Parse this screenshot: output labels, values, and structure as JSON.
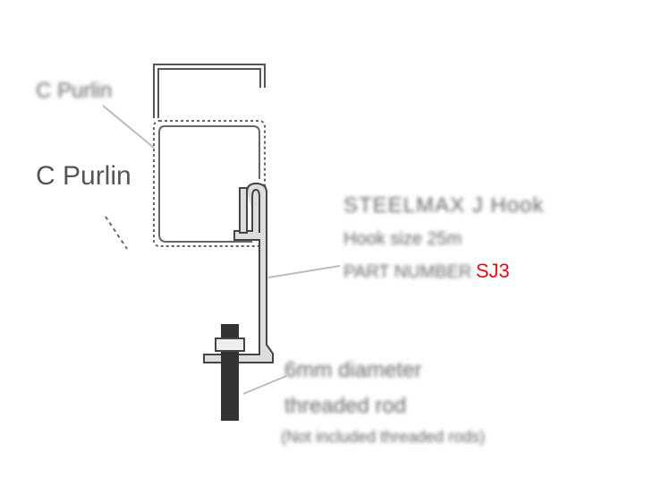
{
  "labels": {
    "c_purlin_top": "C Purlin",
    "c_purlin_main": "C Purlin",
    "hook_title": "STEELMAX J Hook",
    "hook_size": "Hook size 25m",
    "part_number_label": "PART NUMBER",
    "part_number": "SJ3",
    "rod_line1": "6mm diameter",
    "rod_line2": "threaded rod",
    "rod_note": "(Not included threaded rods)"
  },
  "colors": {
    "part_number": "#dd1111",
    "line": "#555555"
  }
}
